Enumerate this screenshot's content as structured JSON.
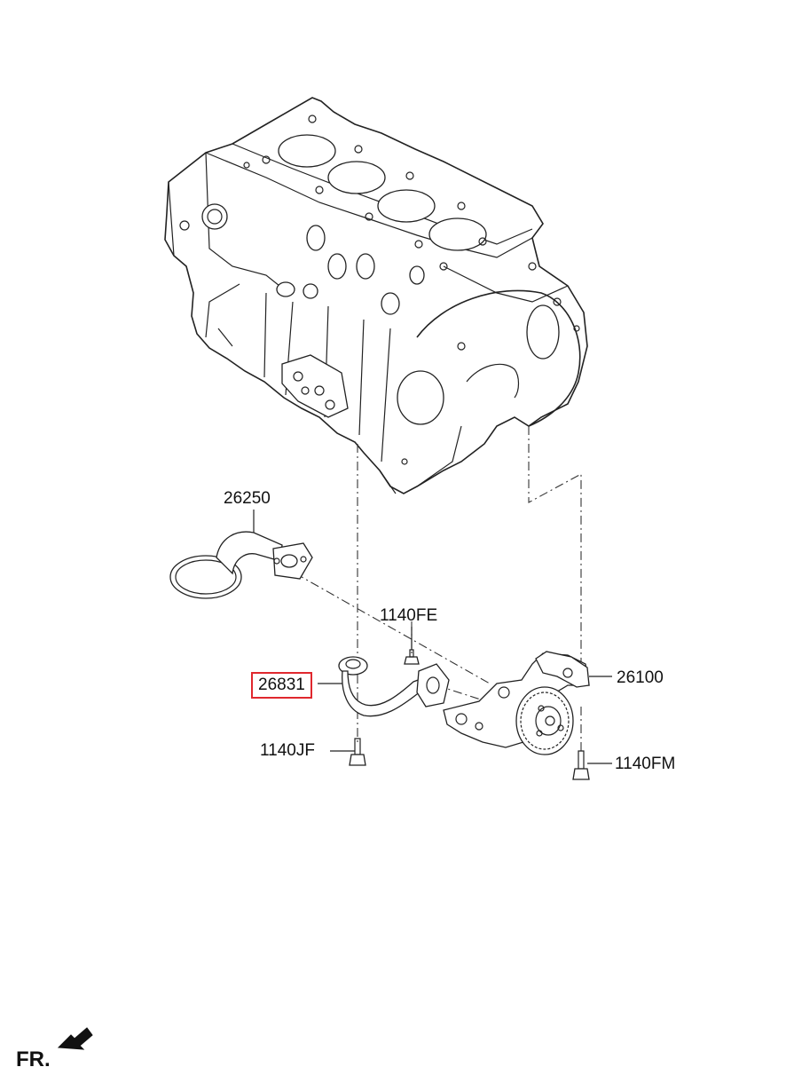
{
  "parts": {
    "oil_strainer": "26250",
    "bolt_fe": "1140FE",
    "oil_pipe": "26831",
    "oil_pump": "26100",
    "bolt_jf": "1140JF",
    "bolt_fm": "1140FM"
  },
  "highlighted_part": "26831",
  "orientation_label": "FR.",
  "colors": {
    "highlight": "#e0282e",
    "line": "#222222"
  }
}
